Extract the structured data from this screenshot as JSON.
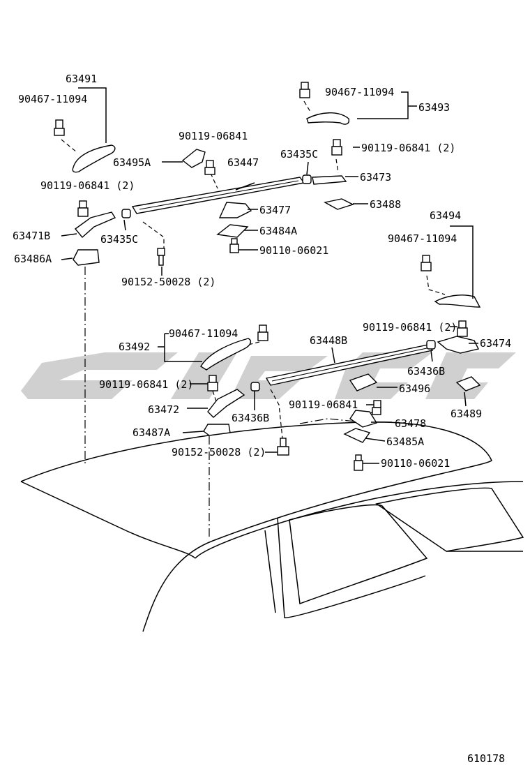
{
  "labels": {
    "p63491": "63491",
    "p63493": "63493",
    "p63494": "63494",
    "p63492": "63492",
    "b90467_a": "90467-11094",
    "b90467_b": "90467-11094",
    "b90467_c": "90467-11094",
    "b90467_d": "90467-11094",
    "b90119_a": "90119-06841",
    "b90119_b": "90119-06841 (2)",
    "b90119_c": "90119-06841 (2)",
    "b90119_d": "90119-06841 (2)",
    "b90119_e": "90119-06841 (2)",
    "b90119_f": "90119-06841",
    "p63495A": "63495A",
    "p63447": "63447",
    "p63435C_a": "63435C",
    "p63435C_b": "63435C",
    "p63473": "63473",
    "p63477": "63477",
    "p63488": "63488",
    "p63484A": "63484A",
    "b90110_a": "90110-06021",
    "b90110_b": "90110-06021",
    "p63471B": "63471B",
    "p63486A": "63486A",
    "b90152_a": "90152-50028 (2)",
    "b90152_b": "90152-50028 (2)",
    "p63448B": "63448B",
    "p63474": "63474",
    "p63436B_a": "63436B",
    "p63436B_b": "63436B",
    "p63496": "63496",
    "p63489": "63489",
    "p63472": "63472",
    "p63478": "63478",
    "p63487A": "63487A",
    "p63485A": "63485A",
    "diagram_no": "610178"
  }
}
